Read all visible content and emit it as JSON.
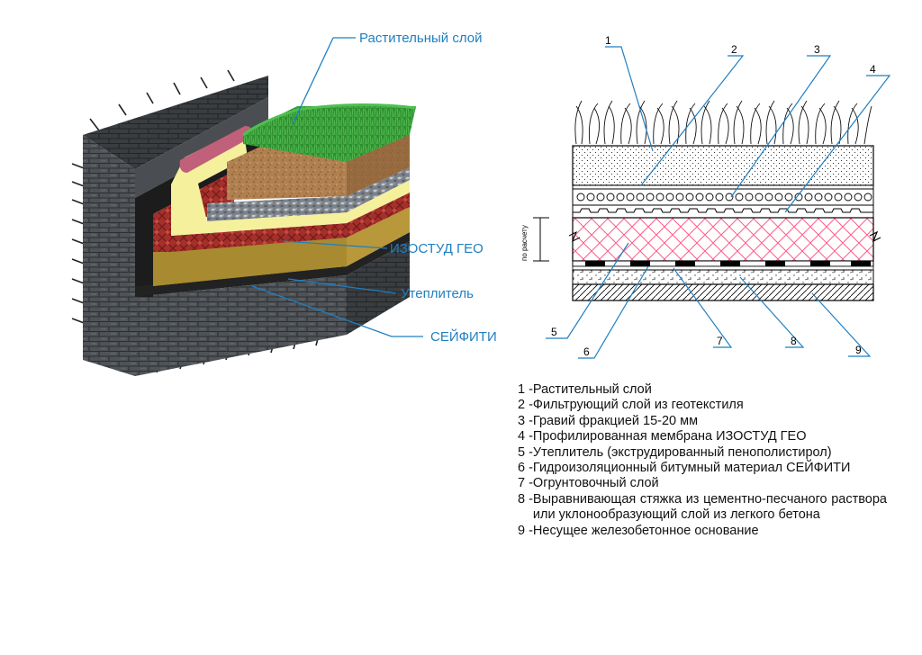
{
  "callouts": {
    "plant_layer": "Растительный слой",
    "izostud_geo": "ИЗОСТУД ГЕО",
    "insulation": "Утеплитель",
    "safety": "СЕЙФИТИ"
  },
  "section": {
    "numbers": [
      "1",
      "2",
      "3",
      "4",
      "5",
      "6",
      "7",
      "8",
      "9"
    ],
    "dimension_label": "по расчету"
  },
  "legend": [
    {
      "num": "1 - ",
      "text": "Растительный слой"
    },
    {
      "num": "2 - ",
      "text": "Фильтрующий слой из геотекстиля"
    },
    {
      "num": "3 - ",
      "text": "Гравий фракцией 15-20 мм"
    },
    {
      "num": "4 - ",
      "text": "Профилированная мембрана ИЗОСТУД ГЕО"
    },
    {
      "num": "5 - ",
      "text": "Утеплитель (экструдированный пенополистирол)"
    },
    {
      "num": "6 - ",
      "text": "Гидроизоляционный битумный материал СЕЙФИТИ"
    },
    {
      "num": "7 - ",
      "text": "Огрунтовочный слой"
    },
    {
      "num": "8 - ",
      "text": "Выравнивающая стяжка из цементно-песчаного раствора или уклонообразующий слой из легкого бетона"
    },
    {
      "num": "9 - ",
      "text": "Несущее железобетонное основание"
    }
  ],
  "colors": {
    "callout_blue": "#1f7fc1",
    "grass": "#2f9a2f",
    "soil": "#a97a4c",
    "gravel": "#8a8f96",
    "membrane_yellow": "#f3ee9a",
    "safety_red": "#a8312c",
    "insulation_olive": "#b89a3a",
    "concrete": "#555a5e",
    "hatch_pink": "#ff5c8a"
  }
}
